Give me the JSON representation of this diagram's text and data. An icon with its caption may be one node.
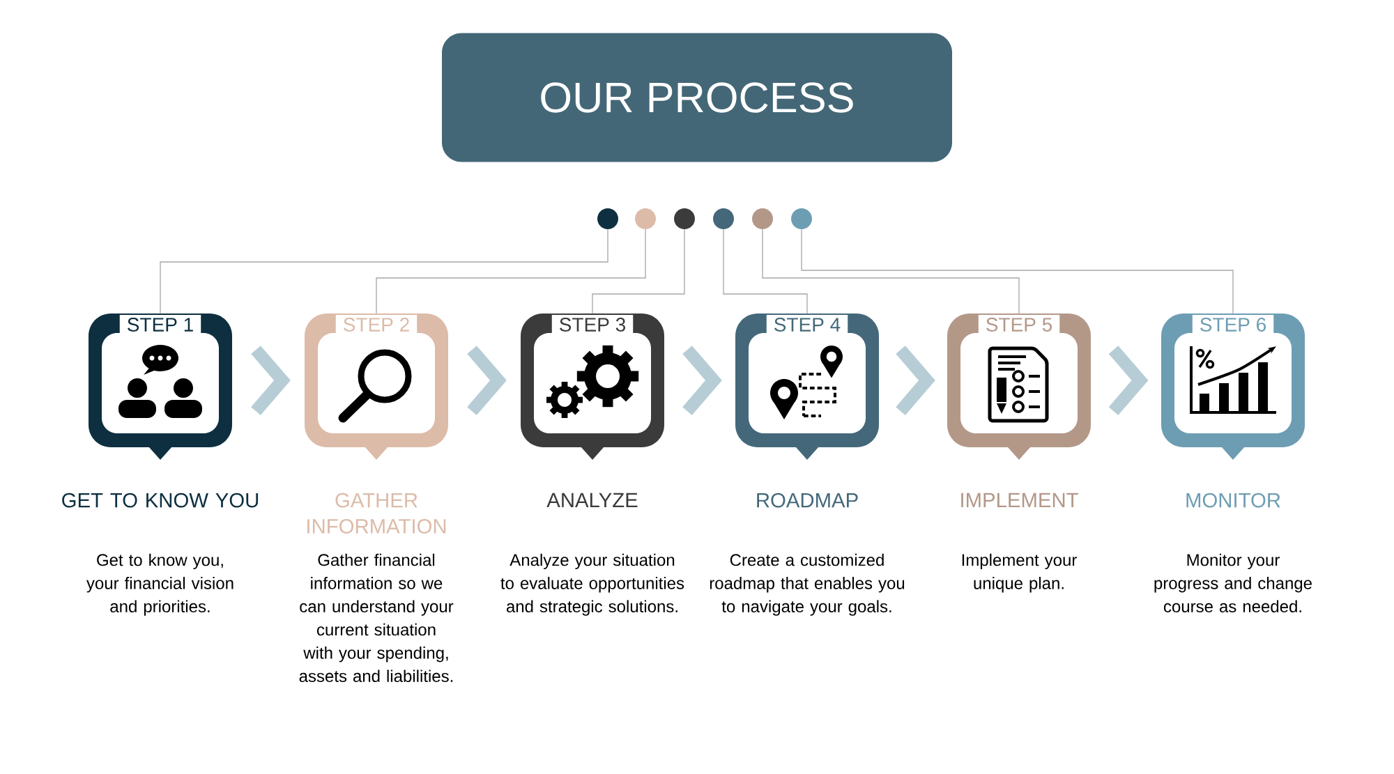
{
  "diagram": {
    "nodes": [
      {
        "text": [
          "OUR PROCESS"
        ]
      },
      {
        "text": [],
        "shape": "circle"
      },
      {
        "text": [],
        "shape": "circle"
      },
      {
        "text": [],
        "shape": "circle"
      },
      {
        "text": [],
        "shape": "circle"
      },
      {
        "text": [],
        "shape": "circle"
      },
      {
        "text": [],
        "shape": "circle"
      },
      {
        "text": [
          "STEP 1"
        ],
        "beside": [
          "GET TO KNOW YOU",
          "Get to know you, your financial vision and priorities."
        ]
      },
      {
        "text": [
          "STEP 2"
        ],
        "beside": [
          "GATHER INFORMATION",
          "Gather financial information so we can understand your current situation with your spending, assets and liabilities."
        ]
      },
      {
        "text": [
          "STEP 3"
        ],
        "beside": [
          "ANALYZE",
          "Analyze your situation to evaluate opportunities and strategic solutions."
        ]
      },
      {
        "text": [
          "STEP 4"
        ],
        "beside": [
          "ROADMAP",
          "Create a customized roadmap that enables you to navigate your goals."
        ]
      },
      {
        "text": [
          "STEP 5"
        ],
        "beside": [
          "IMPLEMENT",
          "Implement your unique plan."
        ]
      },
      {
        "text": [
          "STEP 6"
        ],
        "beside": [
          "MONITOR",
          "Monitor your progress and change course as needed."
        ]
      }
    ],
    "edges": [
      {
        "from": 1,
        "to": 7,
        "arrow": "none"
      },
      {
        "from": 2,
        "to": 8,
        "arrow": "none"
      },
      {
        "from": 3,
        "to": 9,
        "arrow": "none"
      },
      {
        "from": 4,
        "to": 10,
        "arrow": "none"
      },
      {
        "from": 5,
        "to": 11,
        "arrow": "none"
      },
      {
        "from": 6,
        "to": 12,
        "arrow": "none"
      },
      {
        "from": 7,
        "to": 8,
        "arrow": "to",
        "style": "thick",
        "color": "#b7cdd6"
      },
      {
        "from": 8,
        "to": 9,
        "arrow": "to",
        "style": "thick",
        "color": "#b7cdd6"
      },
      {
        "from": 9,
        "to": 10,
        "arrow": "to",
        "style": "thick",
        "color": "#b7cdd6"
      },
      {
        "from": 10,
        "to": 11,
        "arrow": "to",
        "style": "thick",
        "color": "#b7cdd6"
      },
      {
        "from": 11,
        "to": 12,
        "arrow": "to",
        "style": "thick",
        "color": "#b7cdd6"
      }
    ]
  }
}
